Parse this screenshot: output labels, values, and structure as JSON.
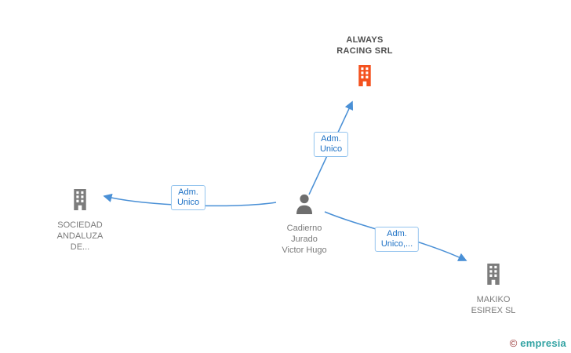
{
  "nodes": {
    "always_racing": {
      "name_lines": [
        "ALWAYS",
        "RACING SRL"
      ]
    },
    "sociedad_andaluza": {
      "name_lines": [
        "SOCIEDAD",
        "ANDALUZA",
        "DE..."
      ]
    },
    "person_cadierno": {
      "name_lines": [
        "Cadierno",
        "Jurado",
        "Victor Hugo"
      ]
    },
    "makiko_esirex": {
      "name_lines": [
        "MAKIKO",
        "ESIREX SL"
      ]
    }
  },
  "edges": [
    {
      "from": "person_cadierno",
      "to": "always_racing",
      "label_lines": [
        "Adm.",
        "Unico"
      ]
    },
    {
      "from": "person_cadierno",
      "to": "sociedad_andaluza",
      "label_lines": [
        "Adm.",
        "Unico"
      ]
    },
    {
      "from": "person_cadierno",
      "to": "makiko_esirex",
      "label_lines": [
        "Adm.",
        "Unico,..."
      ]
    }
  ],
  "footer": {
    "copyright_symbol": "©",
    "brand": "empresia"
  },
  "icons": {
    "company": "building-icon",
    "person": "person-icon"
  },
  "colors": {
    "focal_company_icon": "#f4511e",
    "entity_icon_gray": "#7c7c7c",
    "arrow_blue": "#4a90d6",
    "edge_label_text": "#1a6fc4",
    "edge_label_border": "#94c4ee",
    "node_label_gray": "#7b7b7b",
    "focal_label_dark": "#4f4f4f",
    "brand_teal": "#33a3a3",
    "copyright_maroon": "#993333"
  }
}
